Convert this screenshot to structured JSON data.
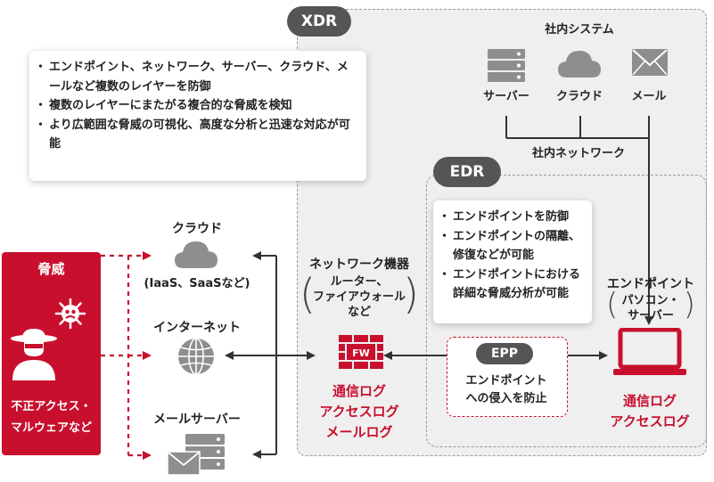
{
  "xdr": {
    "label": "XDR",
    "points": [
      "エンドポイント、ネットワーク、サーバー、クラウド、メールなど複数のレイヤーを防御",
      "複数のレイヤーにまたがる複合的な脅威を検知",
      "より広範囲な脅威の可視化、高度な分析と迅速な対応が可能"
    ]
  },
  "internal": {
    "title": "社内システム",
    "server": "サーバー",
    "cloud": "クラウド",
    "mail": "メール",
    "network": "社内ネットワーク"
  },
  "edr": {
    "label": "EDR",
    "points": [
      "エンドポイントを防御",
      "エンドポイントの隔離、修復などが可能",
      "エンドポイントにおける詳細な脅威分析が可能"
    ]
  },
  "threat": {
    "title": "脅威",
    "caption_line1": "不正アクセス・",
    "caption_line2": "マルウェアなど"
  },
  "external": {
    "cloud_label": "クラウド",
    "cloud_sub": "(IaaS、SaaSなど)",
    "internet_label": "インターネット",
    "mailserver_label": "メールサーバー"
  },
  "network_device": {
    "title": "ネットワーク機器",
    "sub_line1": "ルーター、",
    "sub_line2": "ファイアウォール",
    "sub_line3": "など",
    "fw_text": "FW",
    "logs": [
      "通信ログ",
      "アクセスログ",
      "メールログ"
    ]
  },
  "endpoint": {
    "title": "エンドポイント",
    "sub_line1": "パソコン・",
    "sub_line2": "サーバー",
    "logs": [
      "通信ログ",
      "アクセスログ"
    ]
  },
  "epp": {
    "label": "EPP",
    "desc_line1": "エンドポイント",
    "desc_line2": "への侵入を防止"
  },
  "colors": {
    "accent": "#c8102e",
    "pill": "#555555",
    "icon_gray": "#8e8e8e",
    "zone_bg": "#efefef"
  }
}
